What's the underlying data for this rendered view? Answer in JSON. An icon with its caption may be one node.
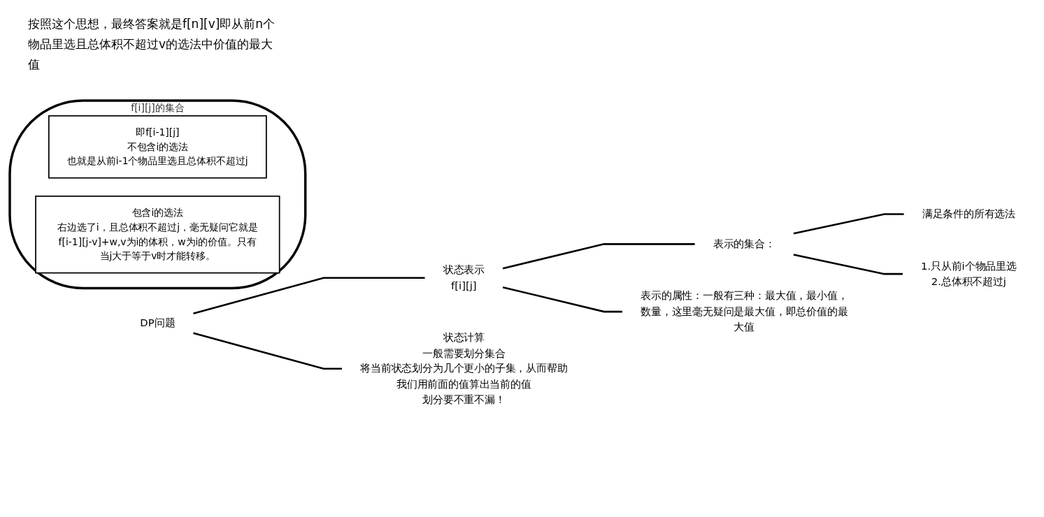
{
  "diagram": {
    "nodes": [
      {
        "text": [
          "DP问题"
        ]
      },
      {
        "text": [
          "状态表示",
          "f[i][j]"
        ]
      },
      {
        "text": [
          "表示的集合："
        ]
      },
      {
        "text": [
          "满足条件的所有选法"
        ]
      },
      {
        "text": [
          "1.只从前i个物品里选",
          "2.总体积不超过j"
        ]
      },
      {
        "text": [
          "表示的属性：一般有三种：最大值，最小值，数量，这里毫无疑问是最大值，即总价值的最大值"
        ]
      },
      {
        "text": [
          "状态计算"
        ],
        "beside": [
          "一般需要划分集合",
          "将当前状态划分为几个更小的子集，从而帮助我们用前面的值算出当前的值",
          "划分要不重不漏！"
        ]
      },
      {
        "text": [
          "f[i][j]的集合"
        ]
      },
      {
        "text": [
          "即f[i-1][j]",
          "不包含i的选法",
          "也就是从前i-1个物品里选且总体积不超过j"
        ],
        "in": 7
      },
      {
        "text": [
          "包含i的选法",
          "右边选了i，且总体积不超过j，毫无疑问它就是f[i-1][j-v]+w,v为i的体积，w为i的价值。只有当j大于等于v时才能转移。"
        ],
        "in": 7
      }
    ],
    "edges": [
      {
        "from": 0,
        "to": 1,
        "arrow": "none"
      },
      {
        "from": 0,
        "to": 6,
        "arrow": "none"
      },
      {
        "from": 1,
        "to": 2,
        "arrow": "none"
      },
      {
        "from": 1,
        "to": 5,
        "arrow": "none"
      },
      {
        "from": 2,
        "to": 3,
        "arrow": "none"
      },
      {
        "from": 2,
        "to": 4,
        "arrow": "none"
      }
    ],
    "labels": [
      "按照这个思想，最终答案就是f[n][v]即从前n个物品里选且总体积不超过v的选法中价值的最大值"
    ]
  }
}
